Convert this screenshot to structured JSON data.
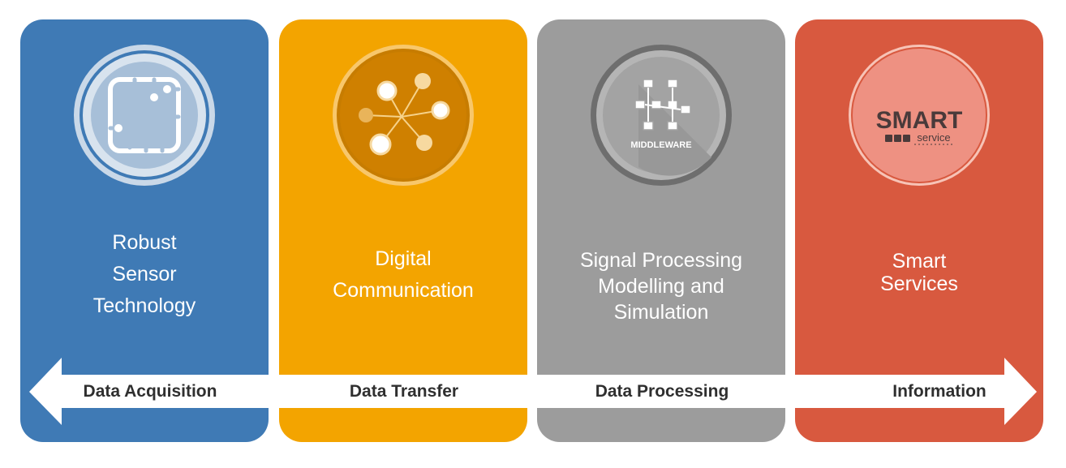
{
  "panels": [
    {
      "id": "sensor",
      "title_lines": [
        "Robust",
        "Sensor",
        "Technology"
      ],
      "color": "#3f7ab5",
      "icon": "circuit-chip-icon"
    },
    {
      "id": "communication",
      "title_lines": [
        "Digital",
        "Communication"
      ],
      "color": "#f3a400",
      "icon": "network-nodes-icon"
    },
    {
      "id": "processing",
      "title_lines": [
        "Signal Processing",
        "Modelling and",
        "Simulation"
      ],
      "color": "#9c9c9c",
      "icon": "middleware-icon",
      "icon_text": "MIDDLEWARE"
    },
    {
      "id": "services",
      "title_lines": [
        "Smart",
        "Services"
      ],
      "color": "#d8593f",
      "icon": "smart-service-logo",
      "logo_text": "SMART",
      "logo_subtext": "service"
    }
  ],
  "stages": [
    "Data Acquisition",
    "Data Transfer",
    "Data Processing",
    "Information"
  ],
  "arrow": {
    "color": "#ffffff",
    "direction": "bidirectional"
  }
}
